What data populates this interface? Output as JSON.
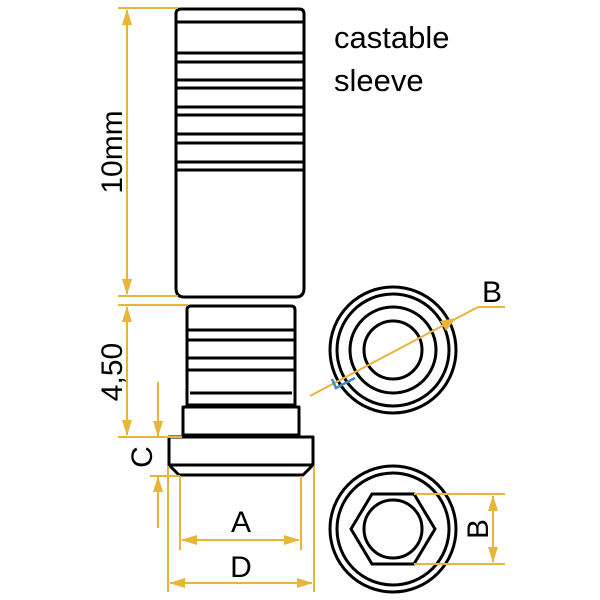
{
  "labels": {
    "part_name_line1": "castable",
    "part_name_line2": "sleeve",
    "dim_sleeve_height": "10mm",
    "dim_base_height": "4,50",
    "dim_c": "C",
    "dim_a": "A",
    "dim_d": "D",
    "dim_b_top": "B",
    "dim_b_bottom": "B"
  },
  "colors": {
    "dimension": "#e8b43a",
    "outline": "#000000",
    "marker": "#3a8fc0"
  }
}
